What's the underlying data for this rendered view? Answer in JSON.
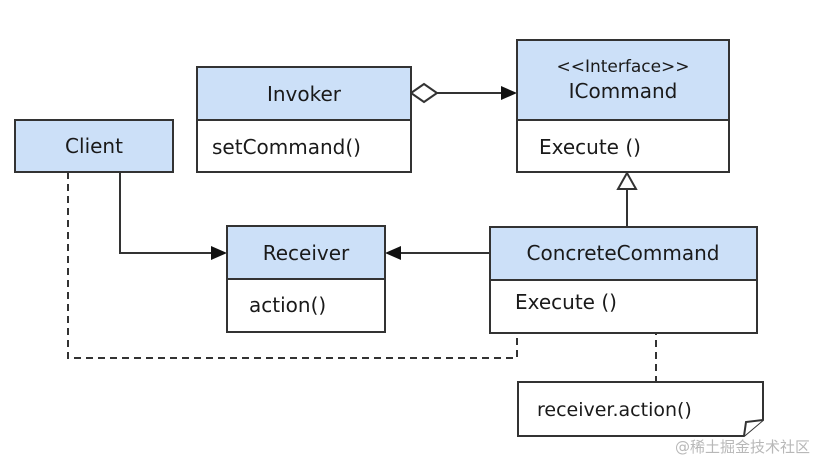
{
  "classes": {
    "invoker": {
      "name": "Invoker",
      "members": [
        "setCommand()"
      ]
    },
    "icommand": {
      "stereotype": "<<Interface>>",
      "name": "ICommand",
      "members": [
        "Execute ()"
      ]
    },
    "client": {
      "name": "Client"
    },
    "receiver": {
      "name": "Receiver",
      "members": [
        "action()"
      ]
    },
    "concrete_command": {
      "name": "ConcreteCommand",
      "members": [
        "Execute ()"
      ]
    }
  },
  "note": {
    "text": "receiver.action()"
  },
  "watermark": {
    "text": "@稀土掘金技术社区"
  },
  "colors": {
    "header_fill": "#cce0f8",
    "border": "#333333",
    "body_fill": "#ffffff"
  }
}
